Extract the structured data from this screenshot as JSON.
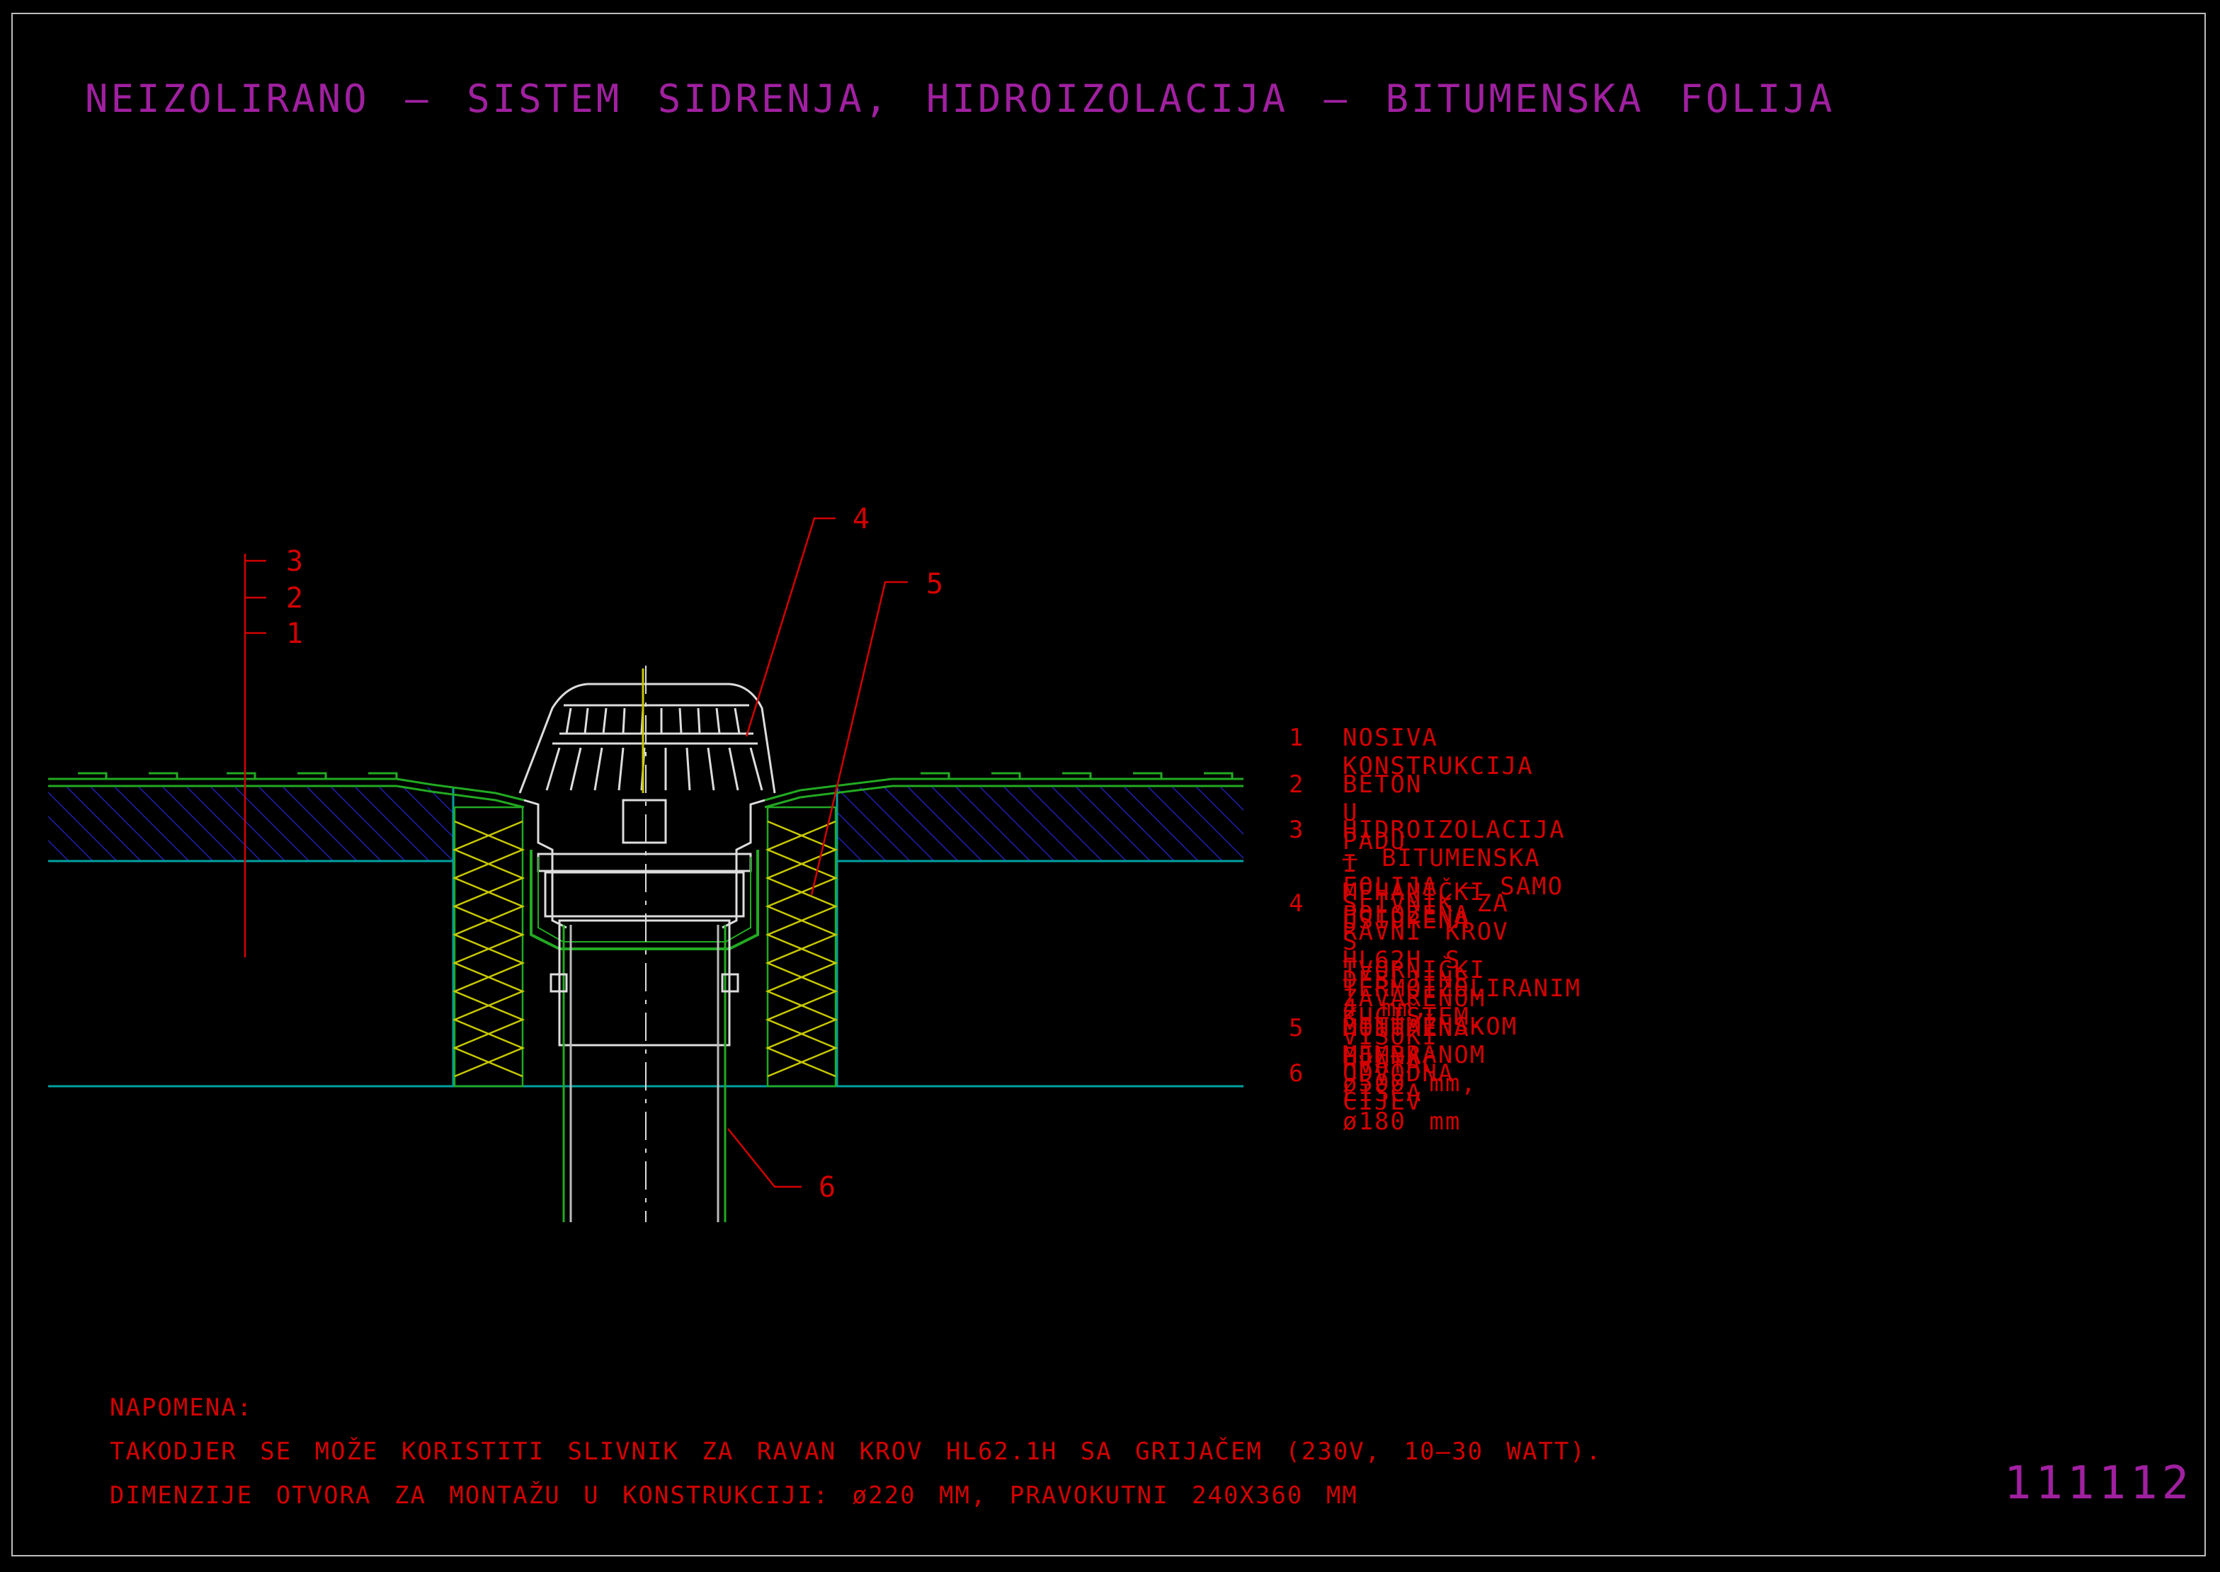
{
  "title": "NEIZOLIRANO – SISTEM SIDRENJA, HIDROIZOLACIJA – BITUMENSKA FOLIJA",
  "callouts": {
    "c1": "1",
    "c2": "2",
    "c3": "3",
    "c4": "4",
    "c5": "5",
    "c6": "6"
  },
  "legend": [
    {
      "num": "1",
      "lines": [
        "NOSIVA KONSTRUKCIJA"
      ]
    },
    {
      "num": "2",
      "lines": [
        "BETON U PADU"
      ]
    },
    {
      "num": "3",
      "lines": [
        "HIDROIZOLACIJA – BITUMENSKA FOLIJA – SAMO POLOŽENA",
        "I MEHANIČKI USIDRENA"
      ]
    },
    {
      "num": "4",
      "lines": [
        "SLIVNIK ZA RAVNI KROV HL62H S TERMOIZOLIRANIM KUĆIŠTEM,",
        "S TVORNIČKI ZAVARENOM BITUMENSKOM MEMBRANOM ø500 mm,",
        "DEBLJINE 4 mm, VISOKI HVATAČ LIŠĆA ø180 mm"
      ]
    },
    {
      "num": "5",
      "lines": [
        "MONTAŽNA PJENA"
      ]
    },
    {
      "num": "6",
      "lines": [
        "ODVODNA CIJEV"
      ]
    }
  ],
  "notes": {
    "heading": "NAPOMENA:",
    "line1": "TAKODJER SE MOŽE KORISTITI SLIVNIK ZA RAVAN KROV HL62.1H SA GRIJAČEM (230V, 10–30 WATT).",
    "line2": "DIMENZIJE OTVORA ZA MONTAŽU U KONSTRUKCIJI: ø220 MM, PRAVOKUTNI 240X360 MM"
  },
  "drawing_code": "111112",
  "colors": {
    "background": "#000000",
    "title": "#a020a0",
    "text": "#d40000",
    "membrane": "#22aa22",
    "insulation": "#c8c800",
    "concrete_hatch": "#2020b0",
    "slab_line": "#00a0a0",
    "drain": "#dddddd"
  }
}
